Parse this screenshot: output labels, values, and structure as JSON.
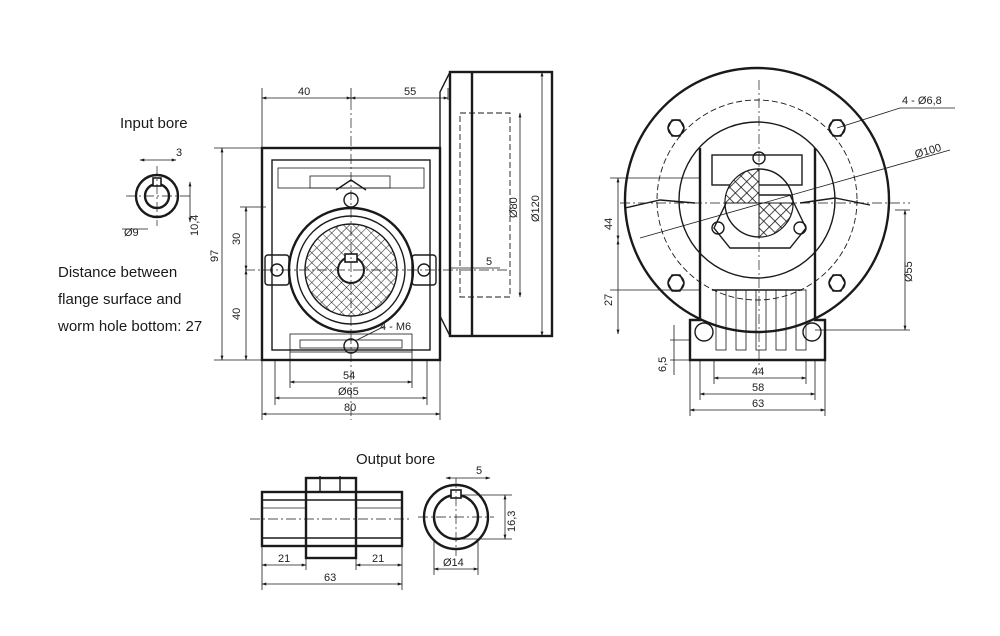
{
  "labels": {
    "input_bore": "Input bore",
    "distance_line1": "Distance between",
    "distance_line2": "flange surface and",
    "distance_line3": "worm hole bottom: 27",
    "output_bore": "Output bore"
  },
  "dims": {
    "input_key": "3",
    "input_dia": "Ø9",
    "input_height": "10,4",
    "front_top_left": "40",
    "front_top_right": "55",
    "front_height": "97",
    "front_30": "30",
    "front_40": "40",
    "front_d80": "Ø80",
    "front_d120": "Ø120",
    "front_5": "5",
    "front_4m6": "4 - M6",
    "front_54": "54",
    "front_d65": "Ø65",
    "front_80": "80",
    "side_holes": "4 - Ø6,8",
    "side_d100": "Ø100",
    "side_44v": "44",
    "side_27": "27",
    "side_d55": "Ø55",
    "side_6_5": "6,5",
    "side_44h": "44",
    "side_58": "58",
    "side_63": "63",
    "out_5": "5",
    "out_21a": "21",
    "out_21b": "21",
    "out_63": "63",
    "out_d14": "Ø14",
    "out_16_3": "16,3"
  }
}
